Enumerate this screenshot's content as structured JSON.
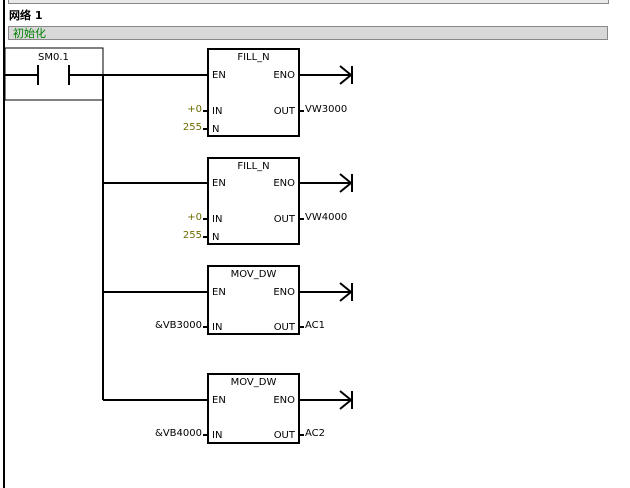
{
  "network": {
    "title": "网络 1",
    "comment": "初始化"
  },
  "contact": {
    "label": "SM0.1"
  },
  "blocks": [
    {
      "name": "FILL_N",
      "en": "EN",
      "eno": "ENO",
      "in_label": "IN",
      "n_label": "N",
      "out_label": "OUT",
      "in_value": "+0",
      "n_value": "255",
      "out_value": "VW3000"
    },
    {
      "name": "FILL_N",
      "en": "EN",
      "eno": "ENO",
      "in_label": "IN",
      "n_label": "N",
      "out_label": "OUT",
      "in_value": "+0",
      "n_value": "255",
      "out_value": "VW4000"
    },
    {
      "name": "MOV_DW",
      "en": "EN",
      "eno": "ENO",
      "in_label": "IN",
      "out_label": "OUT",
      "in_value": "&VB3000",
      "out_value": "AC1"
    },
    {
      "name": "MOV_DW",
      "en": "EN",
      "eno": "ENO",
      "in_label": "IN",
      "out_label": "OUT",
      "in_value": "&VB4000",
      "out_value": "AC2"
    }
  ]
}
